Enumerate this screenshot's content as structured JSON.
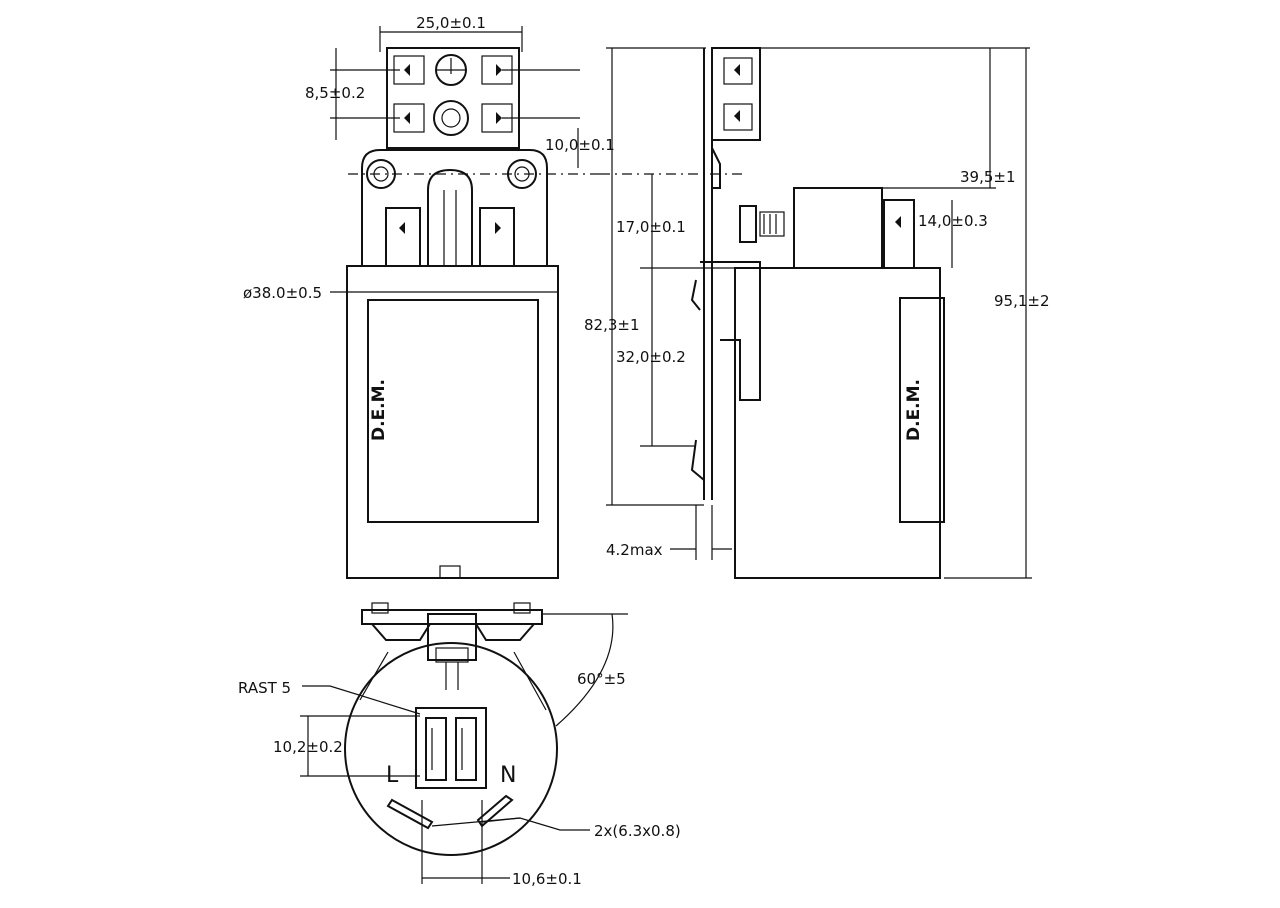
{
  "brand": "D.E.M.",
  "dimensions": {
    "top_width": "25,0±0.1",
    "terminal_pitch": "8,5±0.2",
    "bracket_offset": "10,0±0.1",
    "diameter": "ø38.0±0.5",
    "height_lower": "82,3±1",
    "height_terminals": "17,0±0.1",
    "height_clip": "32,0±0.2",
    "height_upper": "39,5±1",
    "height_cap": "14,0±0.3",
    "total_height": "95,1±2",
    "tab_thickness": "4.2max",
    "angle": "60°±5",
    "connector_width": "10,2±0.2",
    "pin_pitch": "10,6±0.1"
  },
  "labels": {
    "rast": "RAST 5",
    "line": "L",
    "neutral": "N",
    "tabs": "2x(6.3x0.8)"
  }
}
